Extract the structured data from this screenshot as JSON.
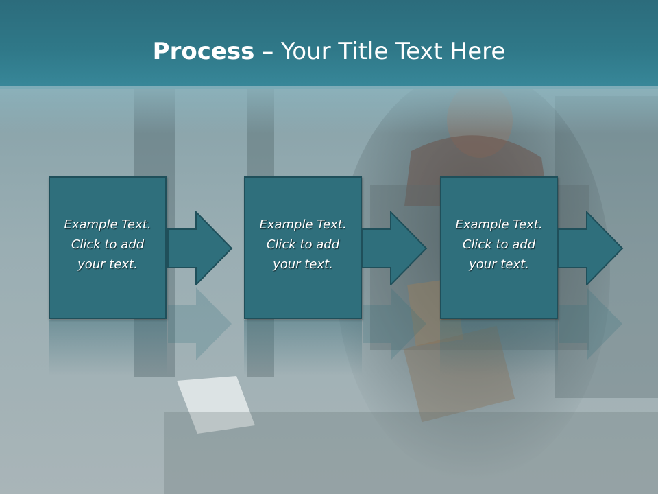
{
  "slide": {
    "title_strong": "Process",
    "title_sep": " – ",
    "title_rest": "Your Title Text Here"
  },
  "steps": [
    {
      "line1": "Example Text.",
      "line2": "Click  to add",
      "line3": "your text."
    },
    {
      "line1": "Example Text.",
      "line2": "Click  to add",
      "line3": "your text."
    },
    {
      "line1": "Example Text.",
      "line2": "Click  to add",
      "line3": "your text."
    }
  ],
  "colors": {
    "box": "#2f6f7c",
    "header": "#2f7888"
  }
}
